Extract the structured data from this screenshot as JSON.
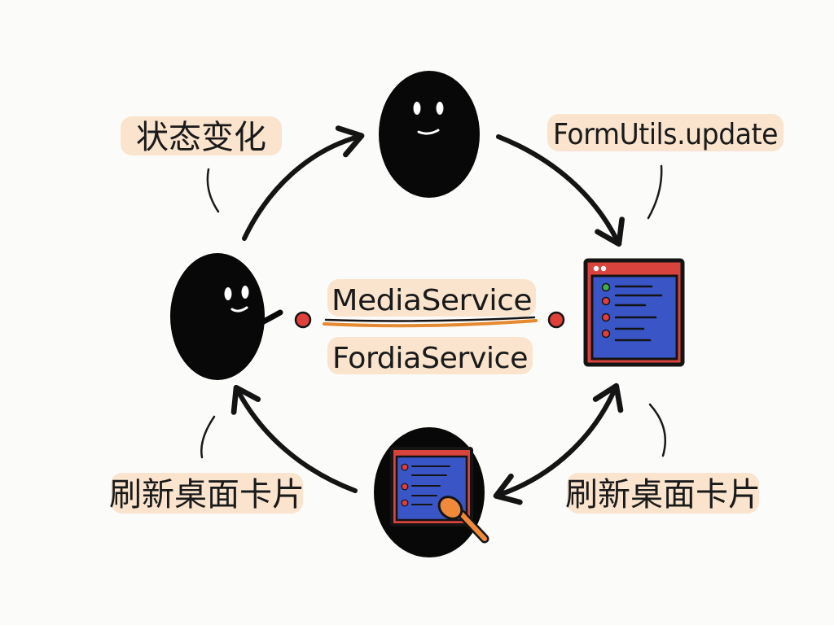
{
  "labels": {
    "top_left": "状态变化",
    "top_right": "FormUtils.update",
    "center_top": "MediaService",
    "center_bottom": "FordiaService",
    "bottom_left": "刷新桌面卡片",
    "bottom_right": "刷新桌面卡片"
  },
  "colors": {
    "highlight": "#f9dfc4",
    "ink": "#141414",
    "window_frame": "#d8433d",
    "window_body": "#3a55c6",
    "dot_red": "#e0403a",
    "dot_green": "#3fae49",
    "underline": "#e58a2e",
    "spoon": "#f08a3a"
  },
  "icons": {
    "top_node": "smiley-blob-icon",
    "left_node": "smiley-blob-icon",
    "right_node": "app-window-icon",
    "bottom_node": "window-with-spoon-icon"
  }
}
